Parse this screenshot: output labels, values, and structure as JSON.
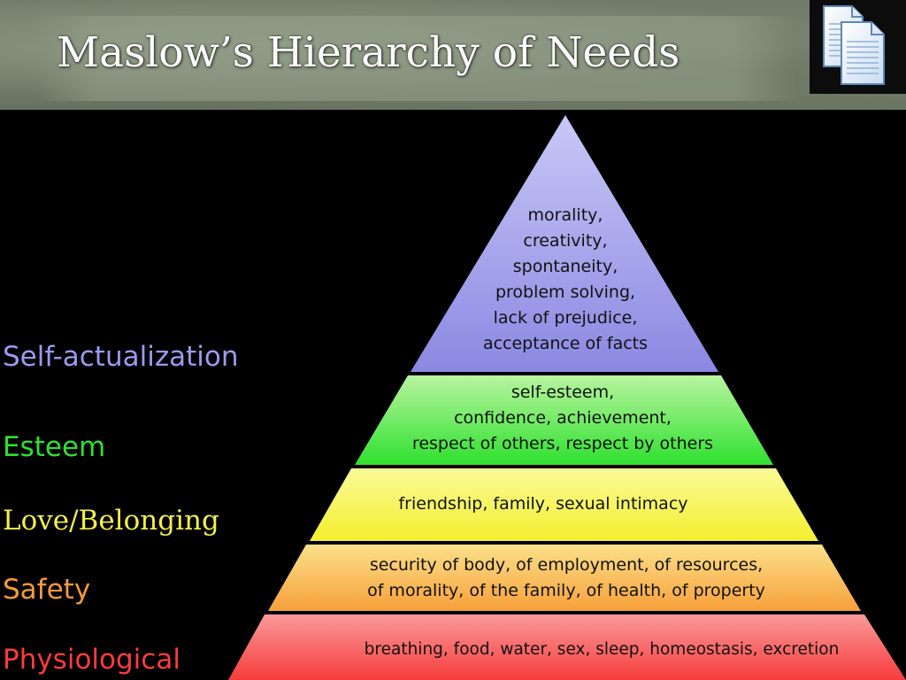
{
  "title": "Maslow’s Hierarchy of Needs",
  "toolbar": {
    "document_icon": "copy-documents-icon"
  },
  "colors": {
    "background": "#000000",
    "title_bar": "#76806e",
    "self_actualization": "#9b98e6",
    "esteem": "#3fe43f",
    "love_belonging": "#f4f24a",
    "safety": "#f7b14d",
    "physiological": "#f74b4b"
  },
  "levels": [
    {
      "label": "Self-actualization",
      "label_color": "#9a9af0",
      "lines": [
        "morality,",
        "creativity,",
        "spontaneity,",
        "problem solving,",
        "lack of prejudice,",
        "acceptance of facts"
      ]
    },
    {
      "label": "Esteem",
      "label_color": "#2fe02f",
      "lines": [
        "self-esteem,",
        "confidence, achievement,",
        "respect of others, respect by others"
      ]
    },
    {
      "label": "Love/Belonging",
      "label_color": "#f2ef4a",
      "lines": [
        "friendship, family, sexual intimacy"
      ]
    },
    {
      "label": "Safety",
      "label_color": "#f59a3a",
      "lines": [
        "security of body, of employment, of resources,",
        "of morality, of the family, of health, of property"
      ]
    },
    {
      "label": "Physiological",
      "label_color": "#ff3b3b",
      "lines": [
        "breathing, food, water, sex, sleep, homeostasis, excretion"
      ]
    }
  ]
}
